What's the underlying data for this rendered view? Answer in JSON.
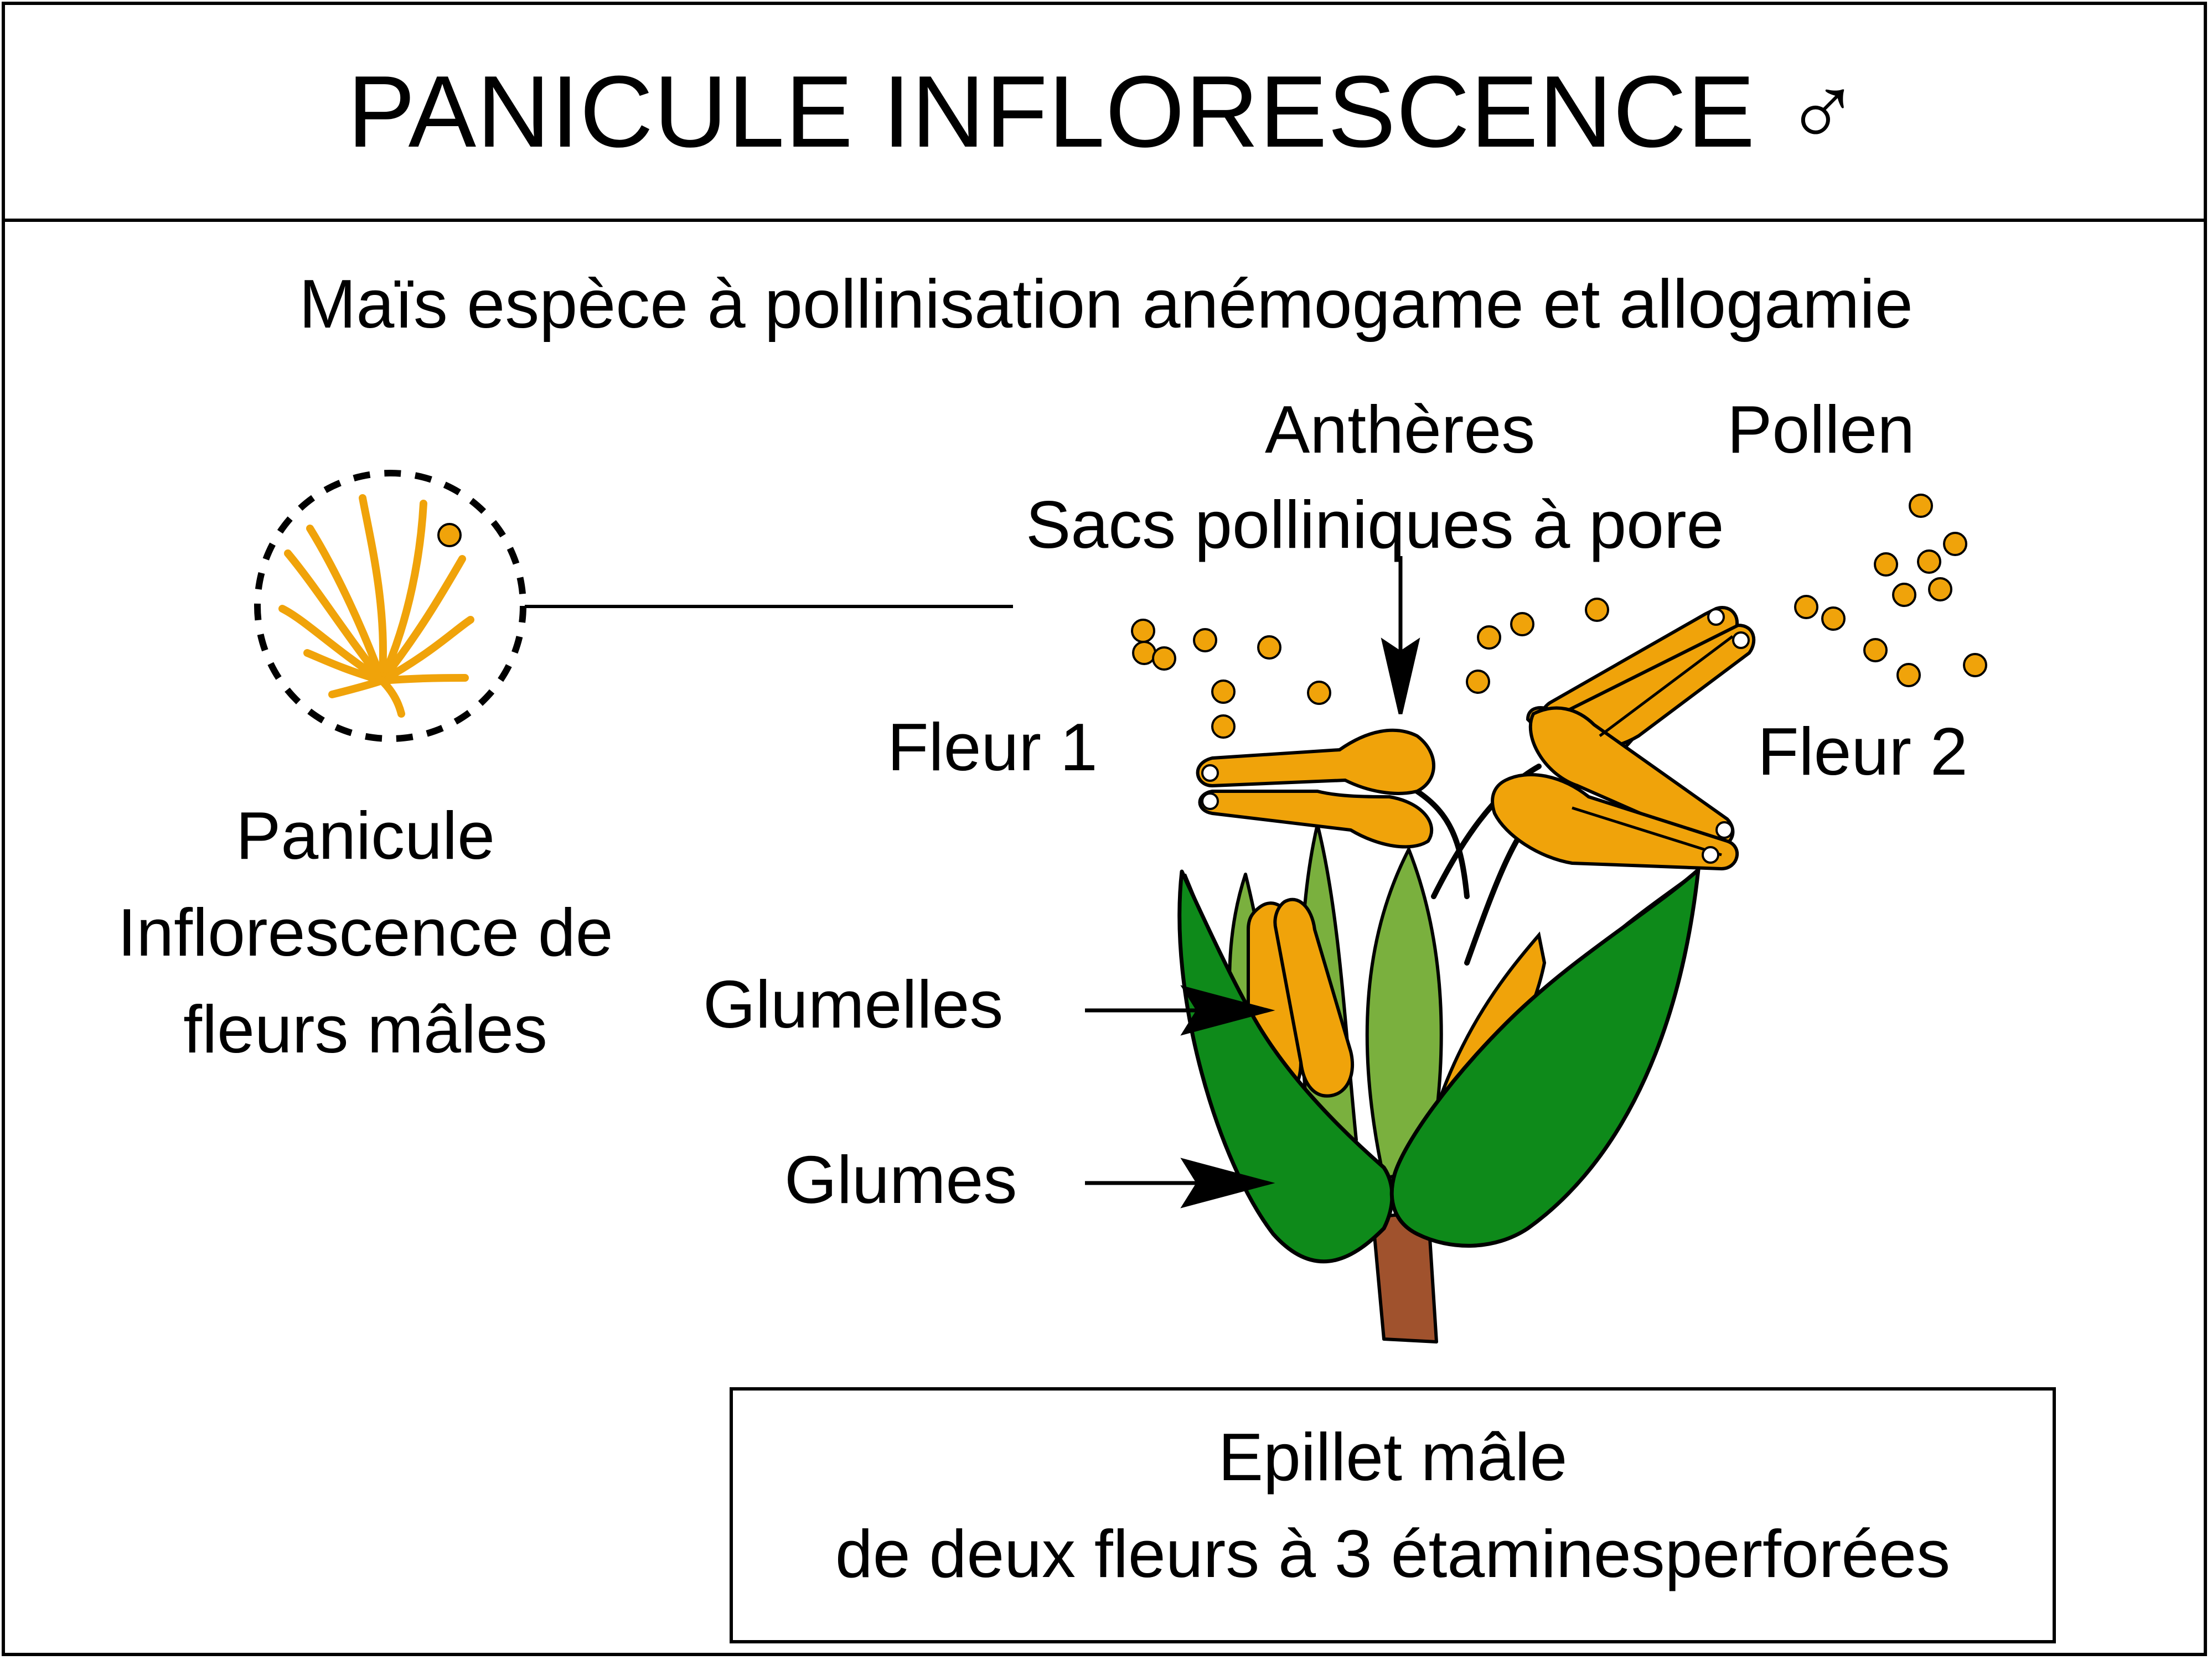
{
  "title": "PANICULE INFLORESCENCE ♂",
  "subtitle": "Maïs espèce à pollinisation anémogame et allogamie",
  "labels": {
    "antheres": "Anthères",
    "pollen": "Pollen",
    "sacs": "Sacs polliniques à pore",
    "fleur1": "Fleur 1",
    "fleur2": "Fleur 2",
    "glumelles": "Glumelles",
    "glumes": "Glumes",
    "panicule": [
      "Panicule",
      "Inflorescence de",
      "fleurs mâles"
    ]
  },
  "caption": [
    "Epillet mâle",
    "de deux fleurs à 3 étaminesperforées"
  ],
  "colors": {
    "pollen": "#f0a30a",
    "glume_dark": "#0e8a1a",
    "glume_shade": "#3c7d2e",
    "glumelle": "#7ab03e",
    "stem": "#a0522d",
    "outline": "#000000"
  }
}
